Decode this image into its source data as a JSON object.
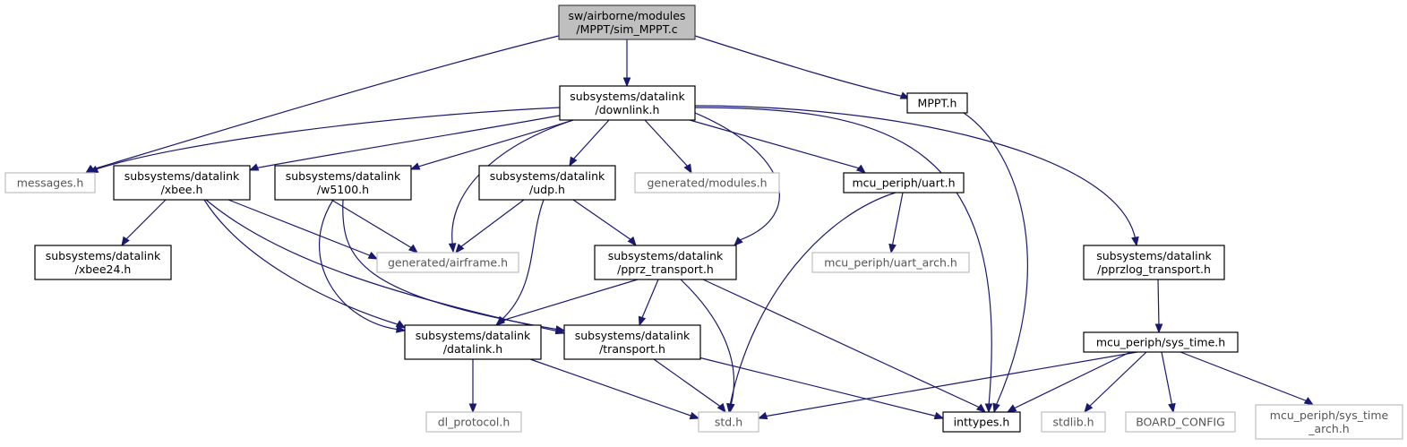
{
  "nodes": {
    "root": [
      "sw/airborne/modules",
      "/MPPT/sim_MPPT.c"
    ],
    "downlink": [
      "subsystems/datalink",
      "/downlink.h"
    ],
    "mppt": [
      "MPPT.h"
    ],
    "messages": [
      "messages.h"
    ],
    "xbee": [
      "subsystems/datalink",
      "/xbee.h"
    ],
    "w5100": [
      "subsystems/datalink",
      "/w5100.h"
    ],
    "udp": [
      "subsystems/datalink",
      "/udp.h"
    ],
    "genmodules": [
      "generated/modules.h"
    ],
    "uart": [
      "mcu_periph/uart.h"
    ],
    "xbee24": [
      "subsystems/datalink",
      "/xbee24.h"
    ],
    "airframe": [
      "generated/airframe.h"
    ],
    "pprz": [
      "subsystems/datalink",
      "/pprz_transport.h"
    ],
    "uartarch": [
      "mcu_periph/uart_arch.h"
    ],
    "pprzlog": [
      "subsystems/datalink",
      "/pprzlog_transport.h"
    ],
    "datalink": [
      "subsystems/datalink",
      "/datalink.h"
    ],
    "transport": [
      "subsystems/datalink",
      "/transport.h"
    ],
    "systime": [
      "mcu_periph/sys_time.h"
    ],
    "dlproto": [
      "dl_protocol.h"
    ],
    "stdh": [
      "std.h"
    ],
    "inttypes": [
      "inttypes.h"
    ],
    "stdlib": [
      "stdlib.h"
    ],
    "board": [
      "BOARD_CONFIG"
    ],
    "systimearch": [
      "mcu_periph/sys_time",
      "_arch.h"
    ]
  },
  "colors": {
    "edge": "#191970",
    "root_fill": "#bfbfbf",
    "root_border": "#404040",
    "node_border": "#000000",
    "external_border": "#bfbfbf"
  }
}
